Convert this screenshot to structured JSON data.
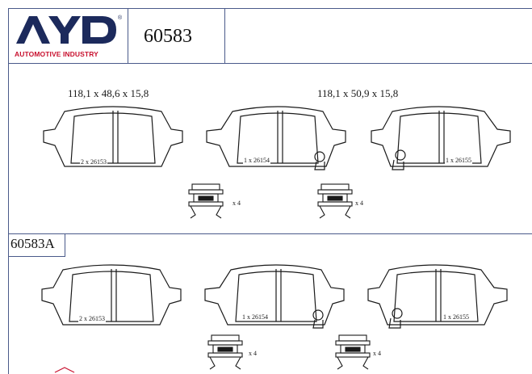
{
  "brand": {
    "name": "AYD",
    "tagline": "AUTOMOTIVE INDUSTRY",
    "reg_mark": "®",
    "colors": {
      "logo_blue": "#1c2a5c",
      "tagline_red": "#c8102e",
      "frame": "#4a5a8a"
    }
  },
  "header": {
    "part_number": "60583"
  },
  "variant": {
    "part_number": "60583A"
  },
  "section_top": {
    "dimension_left": "118,1 x 48,6 x 15,8",
    "dimension_right": "118,1 x 50,9 x 15,8",
    "pads": [
      {
        "ref": "2 x 26153"
      },
      {
        "ref": "1 x 26154"
      },
      {
        "ref": "1 x 26155"
      }
    ],
    "clips": [
      {
        "qty": "x 4"
      },
      {
        "qty": "x 4"
      }
    ]
  },
  "section_bottom": {
    "pads": [
      {
        "ref": "2 x 26153"
      },
      {
        "ref": "1 x 26154"
      },
      {
        "ref": "1 x 26155"
      }
    ],
    "clips": [
      {
        "qty": "x 4"
      },
      {
        "qty": "x 4"
      }
    ]
  }
}
